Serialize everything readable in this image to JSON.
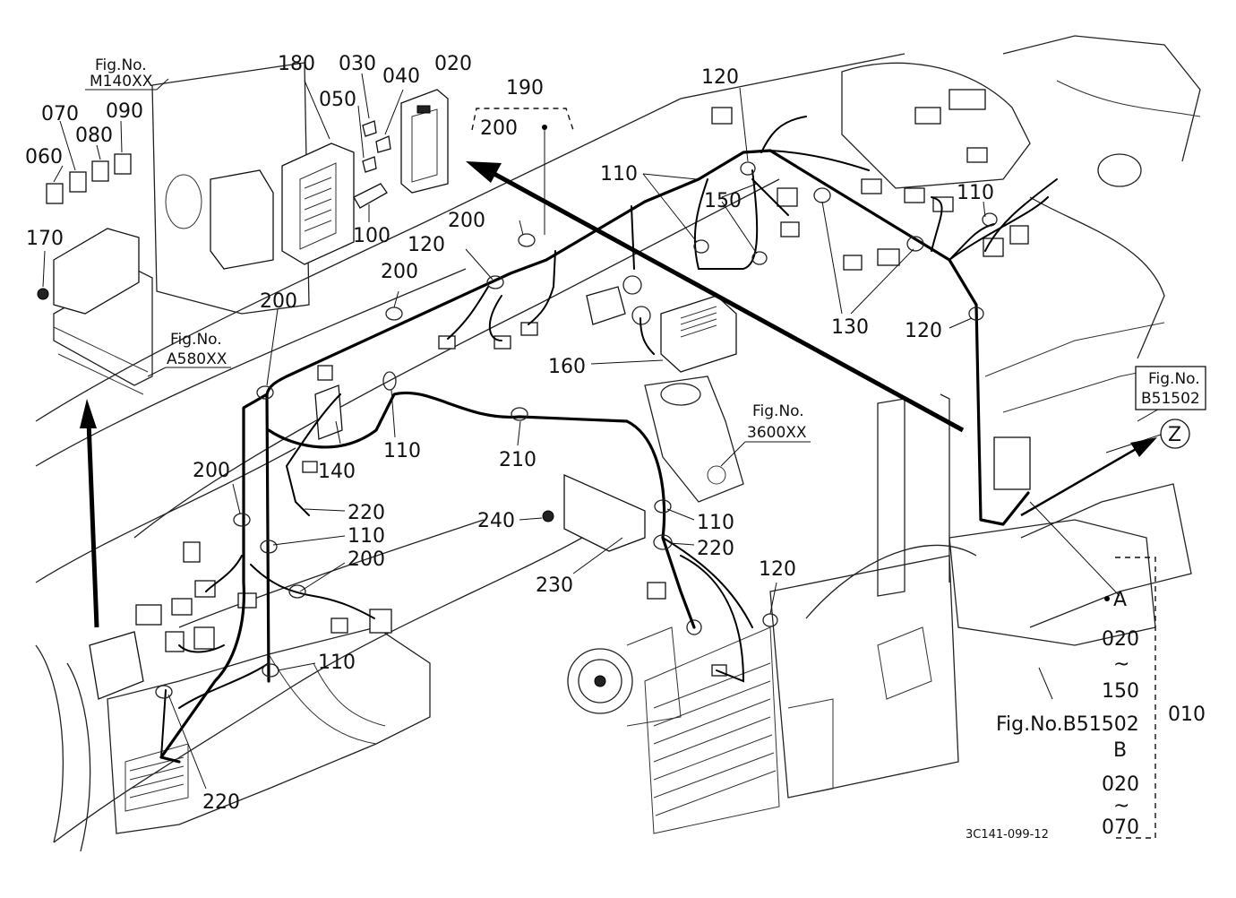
{
  "callouts": {
    "c180": "180",
    "c030": "030",
    "c020": "020",
    "c040": "040",
    "c050": "050",
    "c070": "070",
    "c090": "090",
    "c080": "080",
    "c060": "060",
    "c190": "190",
    "c200_top": "200",
    "c120_top": "120",
    "c110_top": "110",
    "c200_a": "200",
    "c120_mid": "120",
    "c150": "150",
    "c110_right": "110",
    "c200_b": "200",
    "c170": "170",
    "c100": "100",
    "c200_c": "200",
    "c130": "130",
    "c120_right": "120",
    "c160": "160",
    "c140": "140",
    "c110_mid": "110",
    "c210": "210",
    "c200_d": "200",
    "c220_a": "220",
    "c110_b": "110",
    "c200_e": "200",
    "c240": "240",
    "c110_c": "110",
    "c220_b": "220",
    "c230": "230",
    "c120_low": "120",
    "c110_d": "110",
    "c220_c": "220"
  },
  "fig_refs": {
    "m140_title": "Fig.No.",
    "m140_code": "M140XX",
    "a580_title": "Fig.No.",
    "a580_code": "A580XX",
    "r3600_title": "Fig.No.",
    "r3600_code": "3600XX",
    "b51502_title": "Fig.No.",
    "b51502_code": "B51502",
    "bottom_ref": "Fig.No.B51502"
  },
  "assembly_column": {
    "z_marker": "Z",
    "a_label": "A",
    "a_from": "020",
    "a_tilde": "~",
    "a_to": "150",
    "b_label": "B",
    "b_from": "020",
    "b_tilde": "~",
    "b_to": "070",
    "assembly_code": "010"
  },
  "drawing_code": "3C141-099-12"
}
